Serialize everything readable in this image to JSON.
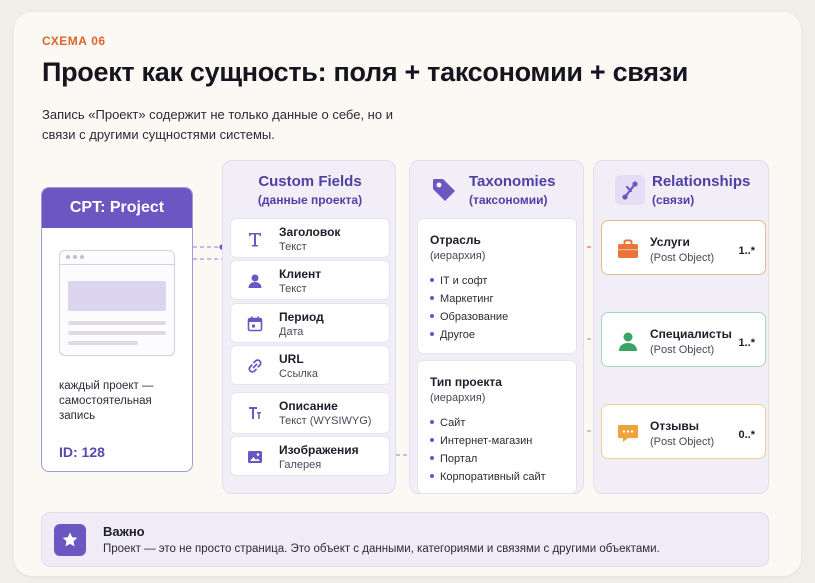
{
  "header": {
    "eyebrow": "СХЕМА 06",
    "title": "Проект как сущность: поля + таксономии + связи",
    "subtitle": "Запись «Проект» содержит не только данные о себе, но и связи с другими сущностями системы."
  },
  "cpt": {
    "title": "CPT: Project",
    "description": "каждый проект — самостоятельная запись",
    "id_label": "ID: 128",
    "icon": "browser-window-icon"
  },
  "custom_fields": {
    "title": "Custom Fields",
    "subtitle": "(данные проекта)",
    "items": [
      {
        "name": "Заголовок",
        "type": "Текст",
        "icon": "text-icon"
      },
      {
        "name": "Клиент",
        "type": "Текст",
        "icon": "person-icon"
      },
      {
        "name": "Период",
        "type": "Дата",
        "icon": "calendar-icon"
      },
      {
        "name": "URL",
        "type": "Ссылка",
        "icon": "link-icon"
      },
      {
        "name": "Описание",
        "type": "Текст (WYSIWYG)",
        "icon": "paragraph-icon"
      },
      {
        "name": "Изображения",
        "type": "Галерея",
        "icon": "image-icon"
      }
    ]
  },
  "taxonomies": {
    "title": "Taxonomies",
    "subtitle": "(таксономии)",
    "icon": "tag-icon",
    "groups": [
      {
        "name": "Отрасль",
        "hint": "(иерархия)",
        "items": [
          "IT и софт",
          "Маркетинг",
          "Образование",
          "Другое"
        ]
      },
      {
        "name": "Тип проекта",
        "hint": "(иерархия)",
        "items": [
          "Сайт",
          "Интернет-магазин",
          "Портал",
          "Корпоративный сайт"
        ]
      }
    ]
  },
  "relationships": {
    "title": "Relationships",
    "subtitle": "(связи)",
    "icon": "relationship-icon",
    "items": [
      {
        "name": "Услуги",
        "type": "(Post Object)",
        "cardinality": "1..*",
        "icon": "briefcase-icon",
        "color": "#e8763a"
      },
      {
        "name": "Специалисты",
        "type": "(Post Object)",
        "cardinality": "1..*",
        "icon": "person-icon",
        "color": "#3aa365"
      },
      {
        "name": "Отзывы",
        "type": "(Post Object)",
        "cardinality": "0..*",
        "icon": "chat-icon",
        "color": "#efa33a"
      }
    ]
  },
  "note": {
    "title": "Важно",
    "text": "Проект — это не просто страница. Это объект с данными, категориями и связями с другими объектами.",
    "icon": "star-icon"
  },
  "colors": {
    "accent": "#6b57c2",
    "eyebrow": "#e0622d",
    "column_bg": "#f1eef8"
  }
}
